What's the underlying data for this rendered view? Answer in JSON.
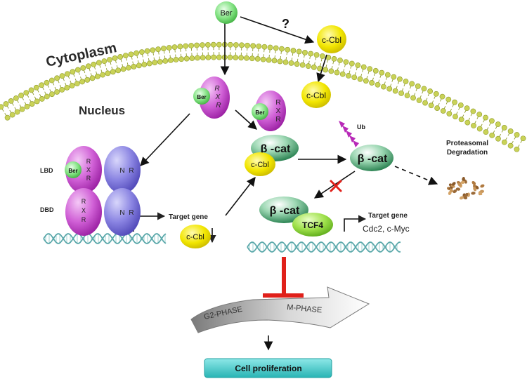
{
  "labels": {
    "cytoplasm": "Cytoplasm",
    "nucleus": "Nucleus",
    "question": "?",
    "ub": "Ub",
    "proteasomal_line1": "Proteasomal",
    "proteasomal_line2": "Degradation",
    "target_gene_left": "Target gene",
    "target_gene_right": "Target gene",
    "target_genes": "Cdc2, c-Myc",
    "lbd": "LBD",
    "dbd": "DBD"
  },
  "molecules": {
    "ber": "Ber",
    "ccbl": "c-Cbl",
    "bcat": "β -cat",
    "tcf4": "TCF4",
    "rxr_r": "R",
    "rxr_x": "X",
    "nr_n": "N",
    "nr_r": "R"
  },
  "phases": {
    "g2": "G2-PHASE",
    "m": "M-PHASE"
  },
  "outcome": "Cell proliferation",
  "colors": {
    "membrane": "#b8c24a",
    "ber": "#7ee07e",
    "ccbl": "#f2e600",
    "rxr": "#c84ad0",
    "nr": "#7b74d8",
    "bcat": "#3e9c6a",
    "tcf4": "#9ee04a",
    "inhibit": "#e0201a",
    "ub": "#b82ab8",
    "cell_box": "#40cccc"
  }
}
